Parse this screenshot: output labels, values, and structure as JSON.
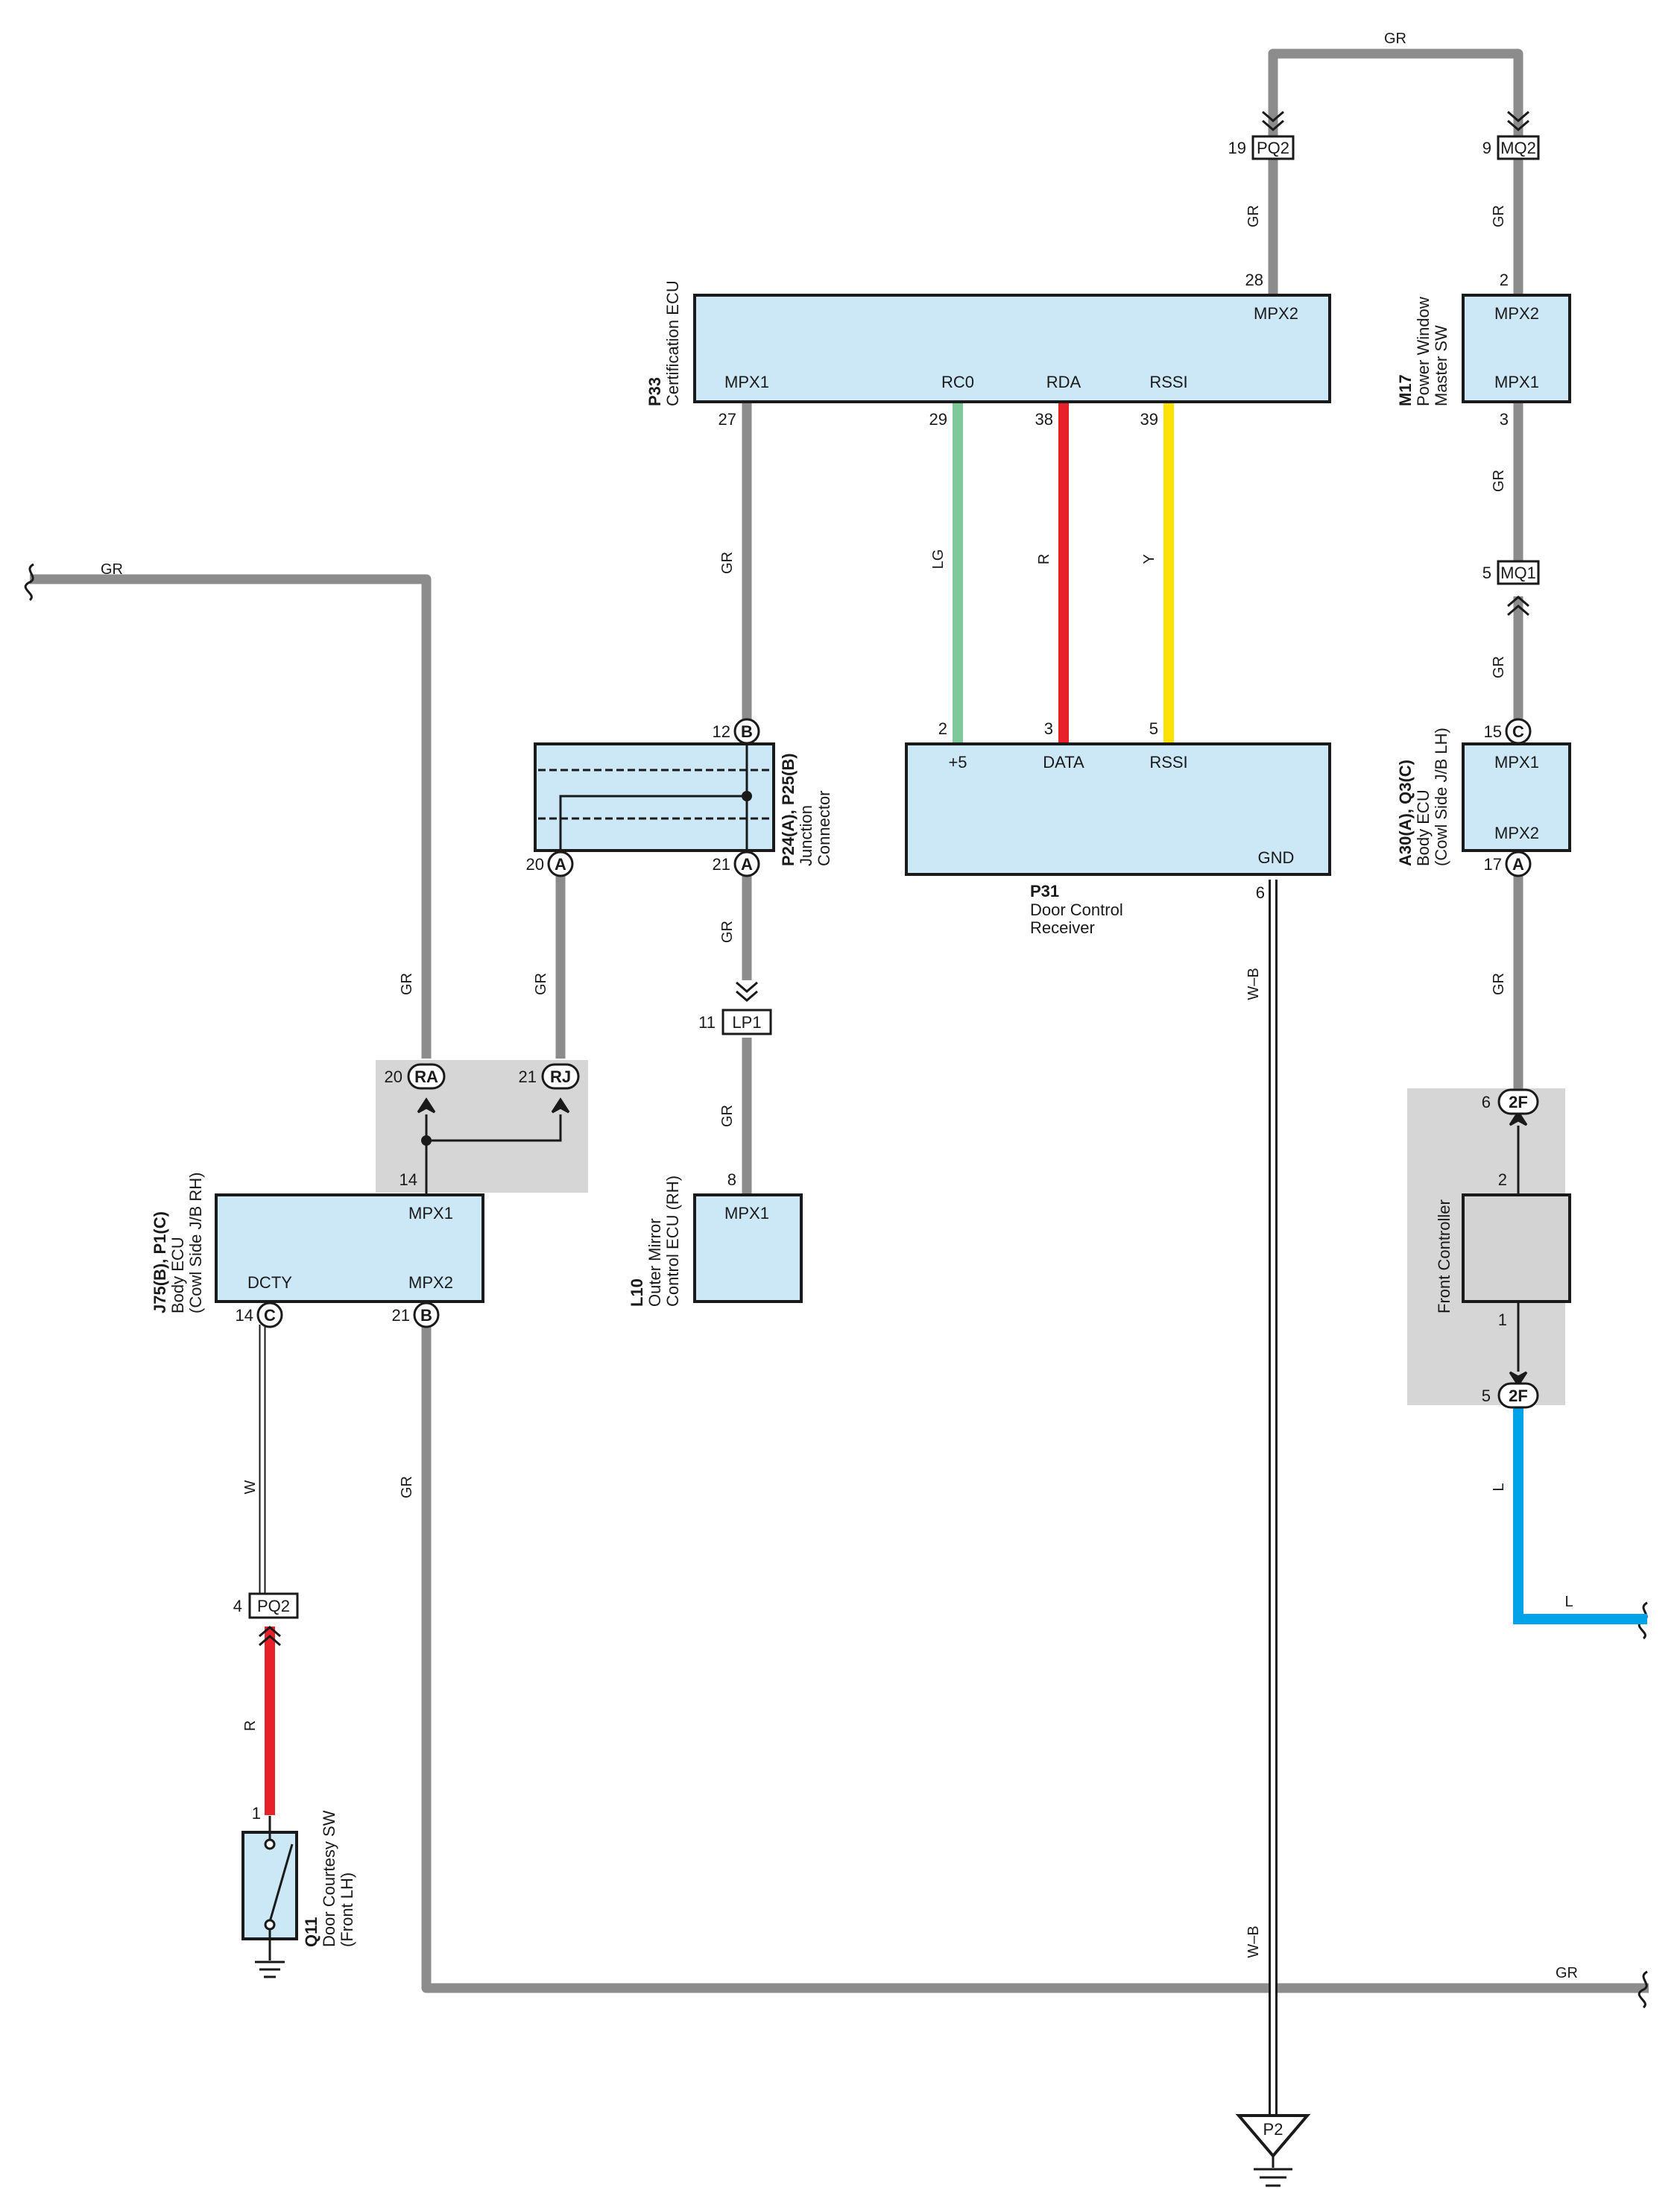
{
  "wire_colors": {
    "GR": "#8c8c8c",
    "LG": "#7ec89a",
    "R": "#e8202a",
    "Y": "#ffe100",
    "L": "#00a3e8",
    "W": "#ffffff",
    "W-B": "#ffffff",
    "component_fill": "#cce8f6",
    "shade": "#d6d6d6"
  },
  "wires": {
    "gr_top": "GR",
    "gr_pq2": "GR",
    "gr_mq2": "GR",
    "gr_m17": "GR",
    "gr_mq1": "GR",
    "gr_a30": "GR",
    "gr_p33": "GR",
    "gr_left_top": "GR",
    "gr_left": "GR",
    "gr_rj": "GR",
    "gr_lp1_a": "GR",
    "gr_lp1_b": "GR",
    "gr_bottom_v": "GR",
    "gr_bottom_h": "GR",
    "lg": "LG",
    "r_rda": "R",
    "y_rssi": "Y",
    "wb_upper": "W–B",
    "wb_lower": "W–B",
    "w_dcty": "W",
    "r_q11": "R",
    "l_v": "L",
    "l_h": "L"
  },
  "components": {
    "p33": {
      "code": "P33",
      "name": "Certification ECU",
      "pin_mpx2": "MPX2",
      "pin_mpx1": "MPX1",
      "pin_rco": "RC0",
      "pin_rda": "RDA",
      "pin_rssi": "RSSI",
      "n28": "28",
      "n27": "27",
      "n29": "29",
      "n38": "38",
      "n39": "39"
    },
    "m17": {
      "code": "M17",
      "name_1": "Power Window",
      "name_2": "Master SW",
      "pin_mpx2": "MPX2",
      "pin_mpx1": "MPX1",
      "n2": "2",
      "n3": "3"
    },
    "a30": {
      "code": "A30(A), Q3(C)",
      "name_1": "Body ECU",
      "name_2": "(Cowl Side J/B LH)",
      "pin_mpx1": "MPX1",
      "pin_mpx2": "MPX2",
      "n15": "15",
      "c15": "C",
      "n17": "17",
      "c17": "A"
    },
    "p31": {
      "code": "P31",
      "name_1": "Door Control",
      "name_2": "Receiver",
      "pin_5v": "+5",
      "pin_data": "DATA",
      "pin_rssi": "RSSI",
      "pin_gnd": "GND",
      "n2": "2",
      "n3": "3",
      "n5": "5",
      "n6": "6"
    },
    "p24": {
      "code": "P24(A), P25(B)",
      "name_1": "Junction",
      "name_2": "Connector",
      "n12": "12",
      "c12": "B",
      "n20": "20",
      "c20": "A",
      "n21": "21",
      "c21": "A"
    },
    "l10": {
      "code": "L10",
      "name_1": "Outer Mirror",
      "name_2": "Control ECU (RH)",
      "pin_mpx1": "MPX1",
      "n8": "8"
    },
    "j75": {
      "code": "J75(B), P1(C)",
      "name_1": "Body ECU",
      "name_2": "(Cowl Side J/B RH)",
      "pin_mpx1": "MPX1",
      "pin_dcty": "DCTY",
      "pin_mpx2": "MPX2",
      "n14_top": "14",
      "n14": "14",
      "c14": "C",
      "n21": "21",
      "c21": "B"
    },
    "front": {
      "name": "Front Controller",
      "n6": "6",
      "c6": "2F",
      "n2": "2",
      "n1": "1",
      "n5": "5",
      "c5": "2F"
    },
    "q11": {
      "code": "Q11",
      "name_1": "Door Courtesy SW",
      "name_2": "(Front LH)",
      "n1": "1"
    }
  },
  "connectors": {
    "pq2_top": {
      "num": "19",
      "id": "PQ2"
    },
    "mq2": {
      "num": "9",
      "id": "MQ2"
    },
    "mq1": {
      "num": "5",
      "id": "MQ1"
    },
    "lp1": {
      "num": "11",
      "id": "LP1"
    },
    "pq2_low": {
      "num": "4",
      "id": "PQ2"
    },
    "ra": {
      "num": "20",
      "id": "RA"
    },
    "rj": {
      "num": "21",
      "id": "RJ"
    }
  },
  "ground": {
    "id": "P2"
  }
}
